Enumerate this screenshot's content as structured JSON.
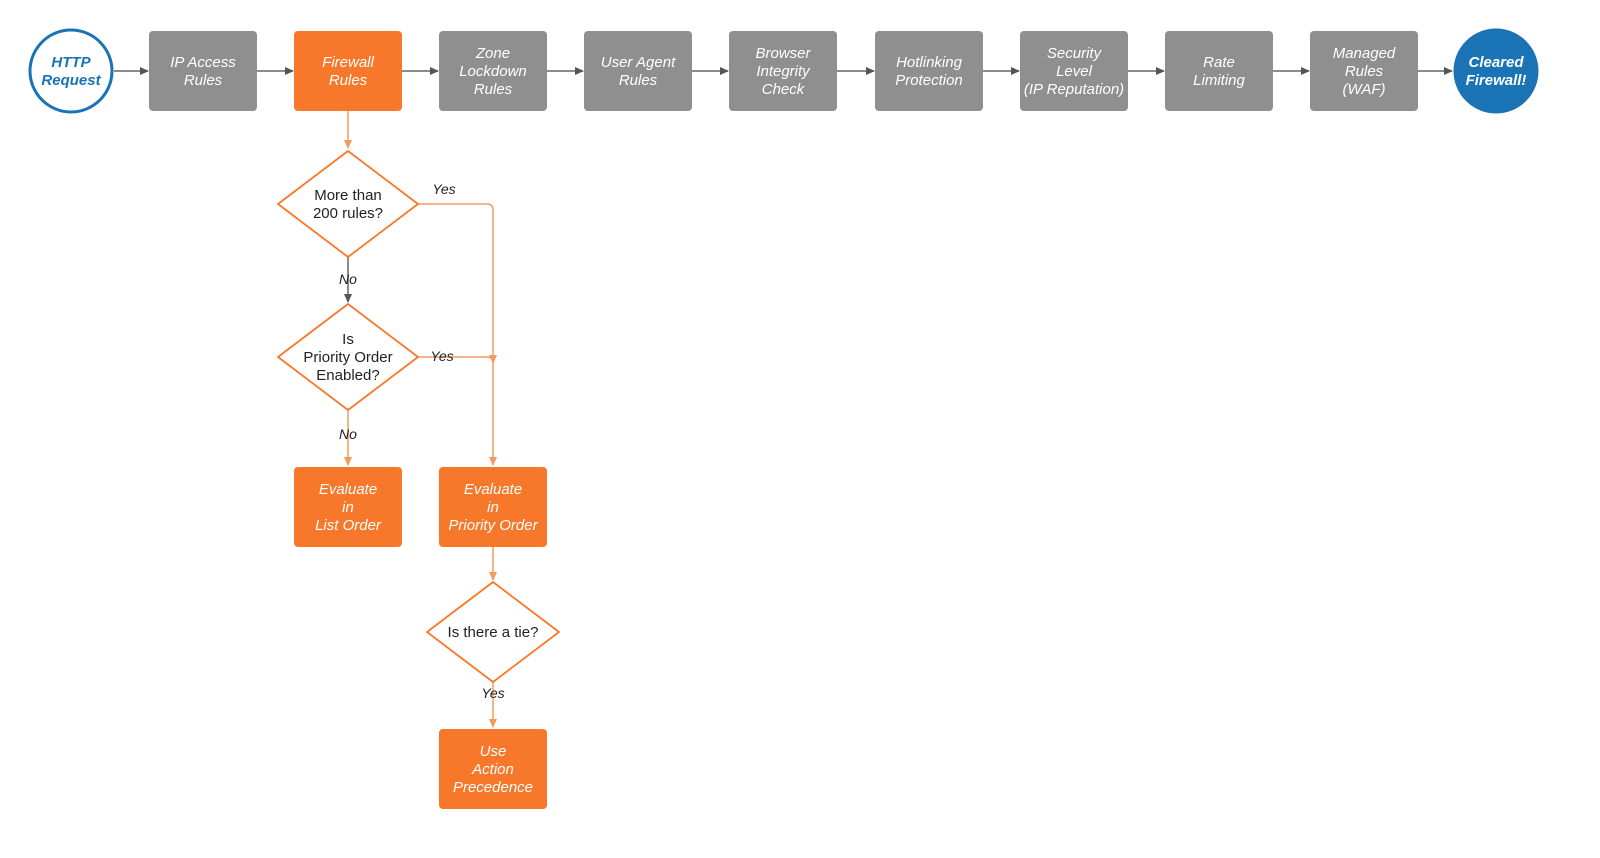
{
  "colors": {
    "gray_box": "#8f8f8f",
    "orange": "#f7782b",
    "orange_line": "#f59a5e",
    "blue": "#1a73b5",
    "gray_line": "#666666",
    "text_dark": "#222222",
    "white": "#ffffff"
  },
  "pipeline": {
    "start": {
      "lines": [
        "HTTP",
        "Request"
      ]
    },
    "steps": [
      {
        "lines": [
          "IP Access",
          "Rules"
        ]
      },
      {
        "lines": [
          "Firewall",
          "Rules"
        ]
      },
      {
        "lines": [
          "Zone",
          "Lockdown",
          "Rules"
        ]
      },
      {
        "lines": [
          "User Agent",
          "Rules"
        ]
      },
      {
        "lines": [
          "Browser",
          "Integrity",
          "Check"
        ]
      },
      {
        "lines": [
          "Hotlinking",
          "Protection"
        ]
      },
      {
        "lines": [
          "Security",
          "Level",
          "(IP Reputation)"
        ]
      },
      {
        "lines": [
          "Rate",
          "Limiting"
        ]
      },
      {
        "lines": [
          "Managed",
          "Rules",
          "(WAF)"
        ]
      }
    ],
    "end": {
      "lines": [
        "Cleared",
        "Firewall!"
      ]
    }
  },
  "flow": {
    "decision_rules": {
      "lines": [
        "More than",
        "200 rules?"
      ]
    },
    "decision_priority": {
      "lines": [
        "Is",
        "Priority Order",
        "Enabled?"
      ]
    },
    "decision_tie": {
      "lines": [
        "Is there a tie?"
      ]
    },
    "eval_list": {
      "lines": [
        "Evaluate",
        "in",
        "List Order"
      ]
    },
    "eval_priority": {
      "lines": [
        "Evaluate",
        "in",
        "Priority Order"
      ]
    },
    "action_precedence": {
      "lines": [
        "Use",
        "Action",
        "Precedence"
      ]
    },
    "labels": {
      "rules_yes": "Yes",
      "rules_no": "No",
      "priority_yes": "Yes",
      "priority_no": "No",
      "tie_yes": "Yes"
    }
  }
}
